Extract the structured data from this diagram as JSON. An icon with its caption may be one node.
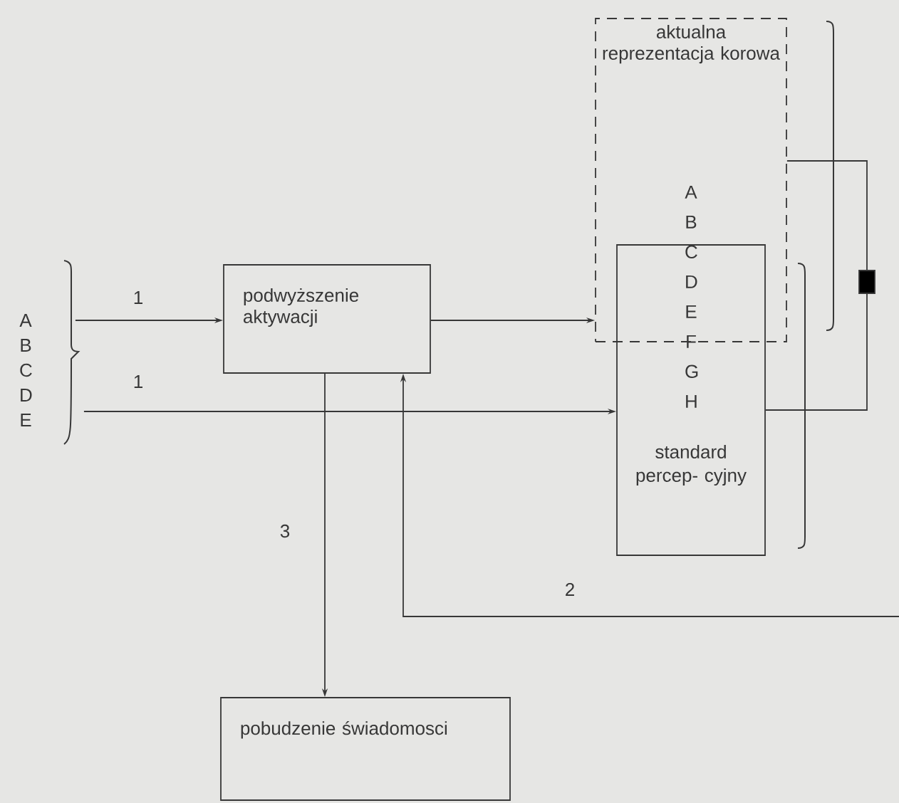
{
  "diagram": {
    "nodes": [
      {
        "text": [
          "A B C D E"
        ]
      },
      {
        "text": [
          "podwyższenie aktywacji"
        ]
      },
      {
        "text": [
          "aktualna reprezentacja korowa"
        ]
      },
      {
        "text": [
          "A B C D E F G H",
          "standard percep- cyjny"
        ]
      },
      {
        "text": [
          "pobudzenie świadomosci"
        ]
      },
      {
        "text": [],
        "shape": "box"
      }
    ],
    "edges": [
      {
        "from": 0,
        "to": 1,
        "arrow": "to",
        "label": "1"
      },
      {
        "from": 0,
        "to": 3,
        "arrow": "to",
        "label": "1"
      },
      {
        "from": 1,
        "to": 2,
        "arrow": "to"
      },
      {
        "from": 1,
        "to": 4,
        "arrow": "to",
        "label": "3"
      },
      {
        "from": 2,
        "to": 5,
        "arrow": "none"
      },
      {
        "from": 5,
        "to": 3,
        "arrow": "none"
      },
      {
        "from": null,
        "to": 1,
        "arrow": "to",
        "label": "2"
      }
    ]
  }
}
